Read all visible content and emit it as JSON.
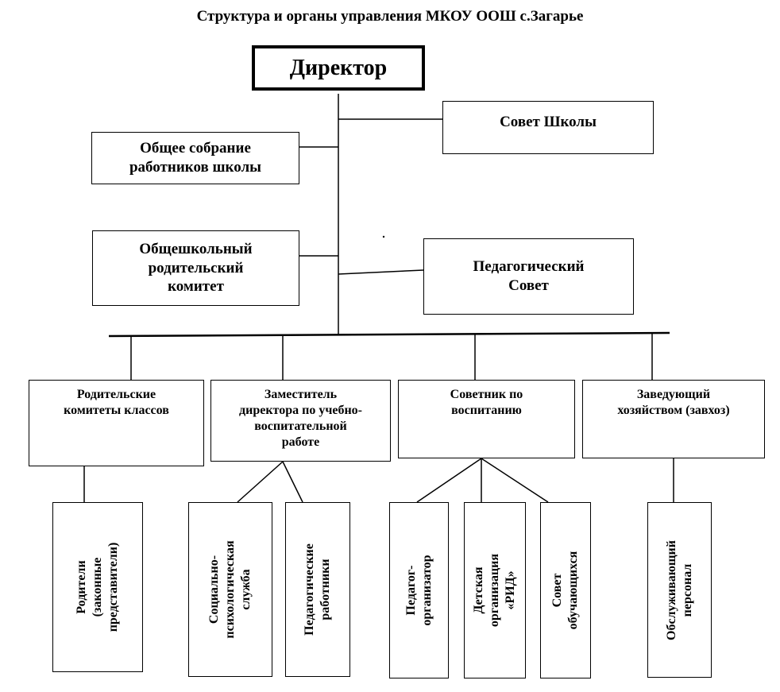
{
  "title": "Структура и органы управления МКОУ ООШ с.Загарье",
  "director": "Директор",
  "school_council": "Совет Школы",
  "general_meeting": "Общее собрание\nработников школы",
  "parent_committee": "Общешкольный\nродительский\nкомитет",
  "ped_council": "Педагогический\nСовет",
  "class_committees": "Родительские\nкомитеты классов",
  "deputy": "Заместитель\nдиректора по учебно-\nвоспитательной\nработе",
  "advisor": "Советник по\nвоспитанию",
  "manager": "Заведующий\nхозяйством (завхоз)",
  "parents": "Родители\n(законные\nпредставители)",
  "psych_service": "Социально-\nпсихологическая\nслужба",
  "teachers": "Педагогические\nработники",
  "organizer": "Педагог-организатор",
  "kids_org": "Детская организация\n«РИД»",
  "students_council": "Совет обучающихся",
  "staff": "Обслуживающий\nперсонал"
}
